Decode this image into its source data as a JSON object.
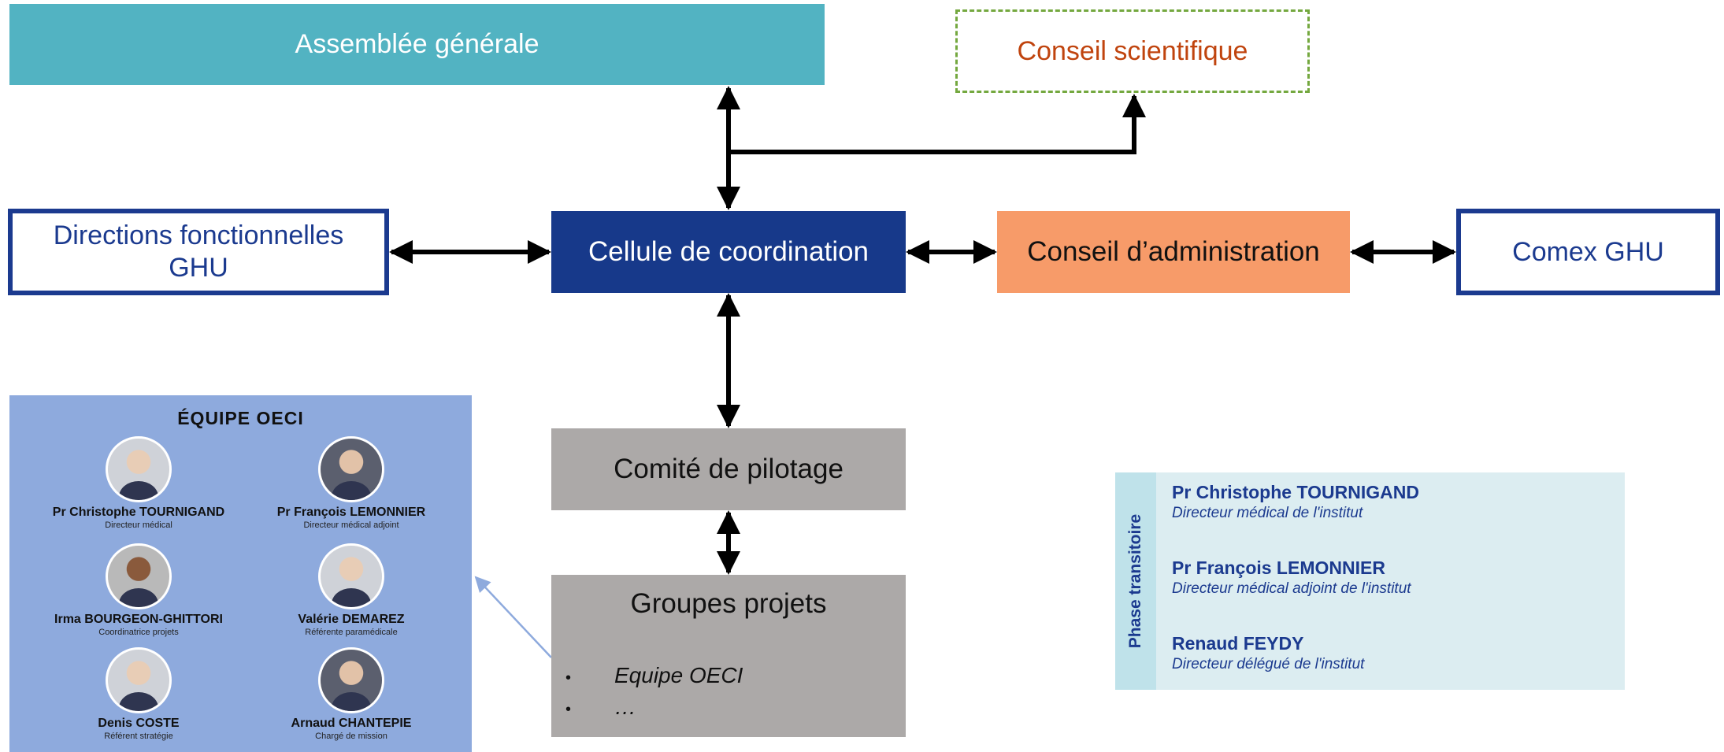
{
  "colors": {
    "navy": "#17398a",
    "teal": "#52b3c2",
    "orange": "#f79b69",
    "grey": "#aca9a8",
    "dashed_green": "#74a83f",
    "team_panel": "#8eaadd",
    "phase_panel": "#dcedf1"
  },
  "nodes": {
    "assemblee": "Assemblée générale",
    "conseil_scientifique": "Conseil scientifique",
    "directions_line1": "Directions fonctionnelles",
    "directions_line2": "GHU",
    "cellule": "Cellule de coordination",
    "conseil_admin": "Conseil d’administration",
    "comex": "Comex GHU",
    "comite": "Comité de pilotage",
    "groupes_title": "Groupes projets",
    "groupes_items": [
      "Equipe OECI",
      "…"
    ]
  },
  "team": {
    "title": "ÉQUIPE OECI",
    "members": [
      {
        "name": "Pr Christophe TOURNIGAND",
        "role": "Directeur médical",
        "avatar": "person-photo-icon"
      },
      {
        "name": "Pr François LEMONNIER",
        "role": "Directeur médical adjoint",
        "avatar": "person-photo-icon"
      },
      {
        "name": "Irma BOURGEON-GHITTORI",
        "role": "Coordinatrice projets",
        "avatar": "person-photo-icon"
      },
      {
        "name": "Valérie DEMAREZ",
        "role": "Référente paramédicale",
        "avatar": "person-photo-icon"
      },
      {
        "name": "Denis COSTE",
        "role": "Référent stratégie",
        "avatar": "person-photo-icon"
      },
      {
        "name": "Arnaud CHANTEPIE",
        "role": "Chargé de mission",
        "avatar": "person-photo-icon"
      }
    ]
  },
  "phase": {
    "label": "Phase transitoire",
    "entries": [
      {
        "name": "Pr Christophe TOURNIGAND",
        "role": "Directeur médical de l'institut"
      },
      {
        "name": "Pr François LEMONNIER",
        "role": "Directeur médical adjoint de l'institut"
      },
      {
        "name": "Renaud FEYDY",
        "role": "Directeur délégué de l'institut"
      }
    ]
  }
}
